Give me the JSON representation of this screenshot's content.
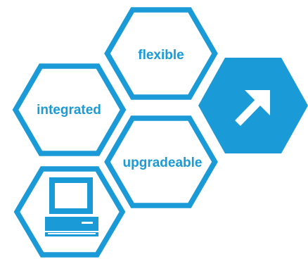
{
  "colors": {
    "accent": "#1a9ad6",
    "background": "#ffffff"
  },
  "hexagons": {
    "flexible": {
      "label": "flexible"
    },
    "integrated": {
      "label": "integrated"
    },
    "upgradeable": {
      "label": "upgradeable"
    },
    "arrow": {
      "icon": "arrow-up-right-icon"
    },
    "computer": {
      "icon": "computer-icon"
    }
  }
}
